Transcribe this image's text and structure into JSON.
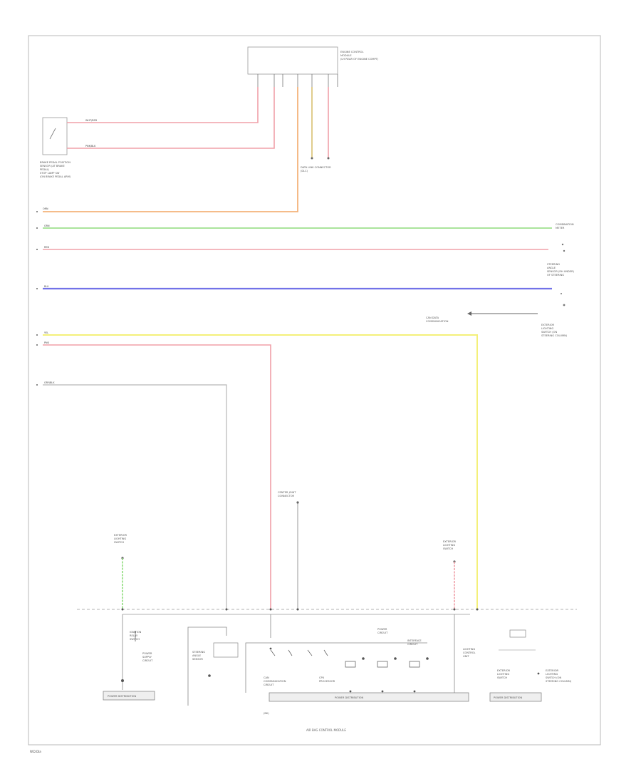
{
  "diagram": {
    "corner_label": "W.D.Dia",
    "bottom_center_label": "AIR BAG CONTROL MODULE",
    "bottom_small_label": "(BK)",
    "units": [
      {
        "id": "top-module",
        "lines": [
          "ENGINE CONTROL",
          "MODULE",
          "(LH REAR OF ENGINE COMPT)"
        ]
      },
      {
        "id": "left-switch",
        "lines": [
          "BRAKE PEDAL POSITION",
          "SENSOR (AT BRAKE",
          "PEDAL)",
          "STOP LAMP SW",
          "(ON BRAKE PEDAL ARM)"
        ]
      },
      {
        "id": "right-sensor-top",
        "lines": [
          "COMBINATION",
          "METER"
        ]
      },
      {
        "id": "right-sensor-mid",
        "lines": [
          "STEERING",
          "ANGLE",
          "SENSOR (RH UNDER)",
          "OF STEERING"
        ]
      },
      {
        "id": "right-sensor-low",
        "lines": [
          "CAN DATA",
          "COMMUNICATION"
        ]
      },
      {
        "id": "right-sensor-bottom",
        "lines": [
          "EXTERIOR",
          "LIGHTING",
          "SWITCH (ON",
          "STEERING COLUMN)"
        ]
      },
      {
        "id": "junction-mid",
        "lines": [
          "CENTER JOINT",
          "CONNECTOR"
        ]
      },
      {
        "id": "junction-top",
        "lines": [
          "DATA LINK CONNECTOR",
          "(DLC)"
        ]
      },
      {
        "id": "left-connector",
        "lines": [
          "EXTERIOR",
          "LIGHTING",
          "SWITCH"
        ]
      },
      {
        "id": "right-connector",
        "lines": [
          "EXTERIOR",
          "LIGHTING",
          "SWITCH"
        ]
      }
    ],
    "wires": [
      {
        "id": "w1",
        "color": "#f0a0a8",
        "label": "WHT/RED"
      },
      {
        "id": "w2",
        "color": "#f0a0a8",
        "label": "PNK/BLK"
      },
      {
        "id": "w3",
        "color": "#f4b27a",
        "label": "ORN"
      },
      {
        "id": "w4",
        "color": "#8fdc7c",
        "label": "GRN"
      },
      {
        "id": "w5",
        "color": "#f0a0a8",
        "label": "RED"
      },
      {
        "id": "w6",
        "color": "#7272e8",
        "label": "BLU"
      },
      {
        "id": "w7",
        "color": "#f4f07a",
        "label": "YEL"
      },
      {
        "id": "w8",
        "color": "#f0a0a8",
        "label": "PNK"
      },
      {
        "id": "w9",
        "color": "#b0b0b0",
        "label": "GRY/BLK"
      }
    ],
    "bottom_modules": [
      {
        "id": "mod-left",
        "lines": [
          "IGNITION",
          "RELAY",
          "SWITCH"
        ]
      },
      {
        "id": "mod-left-b",
        "lines": [
          "POWER",
          "SUPPLY",
          "CIRCUIT"
        ]
      },
      {
        "id": "mod-center-a",
        "lines": [
          "STEERING",
          "ANGLE",
          "SENSOR"
        ]
      },
      {
        "id": "mod-center-b",
        "lines": [
          "CAN",
          "COMMUNICATION",
          "CIRCUIT"
        ]
      },
      {
        "id": "mod-center-c",
        "lines": [
          "CPU",
          "PROCESSOR"
        ]
      },
      {
        "id": "mod-center-d",
        "lines": [
          "POWER",
          "CIRCUIT"
        ]
      },
      {
        "id": "mod-right",
        "lines": [
          "INTERFACE",
          "CIRCUIT"
        ]
      },
      {
        "id": "mod-far-right",
        "lines": [
          "LIGHTING",
          "CONTROL",
          "UNIT"
        ]
      }
    ],
    "ground_bars": [
      {
        "id": "g1",
        "label": "POWER DISTRIBUTION"
      },
      {
        "id": "g2",
        "label": "POWER DISTRIBUTION"
      },
      {
        "id": "g3",
        "label": "POWER DISTRIBUTION"
      }
    ]
  }
}
